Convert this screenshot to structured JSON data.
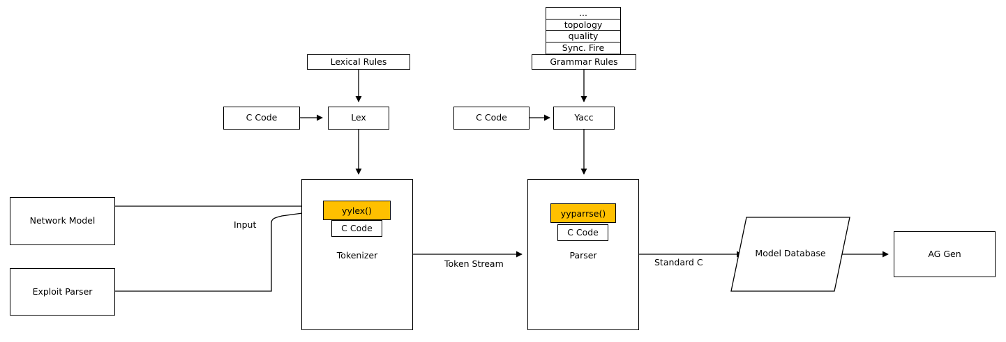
{
  "diagram": {
    "title": "Lex/Yacc model parsing pipeline",
    "accent_color": "#FFC000",
    "stroke_color": "#000000",
    "background_color": "#FFFFFF"
  },
  "stack": {
    "name": "grammar-rule-stack",
    "rows": [
      "...",
      "topology",
      "quality",
      "Sync. Fire"
    ]
  },
  "nodes": {
    "lexical_rules": "Lexical Rules",
    "grammar_rules": "Grammar Rules",
    "c_code_lex": "C Code",
    "c_code_yacc": "C Code",
    "lex": "Lex",
    "yacc": "Yacc",
    "network_model": "Network Model",
    "exploit_parser": "Exploit Parser",
    "model_database": "Model Database",
    "ag_gen": "AG Gen"
  },
  "tokenizer": {
    "container_label": "Tokenizer",
    "function_label": "yylex()",
    "code_label": "C Code"
  },
  "parser": {
    "container_label": "Parser",
    "function_label": "yyparrse()",
    "code_label": "C Code"
  },
  "edge_labels": {
    "input": "Input",
    "token_stream": "Token Stream",
    "standard_c": "Standard C"
  }
}
